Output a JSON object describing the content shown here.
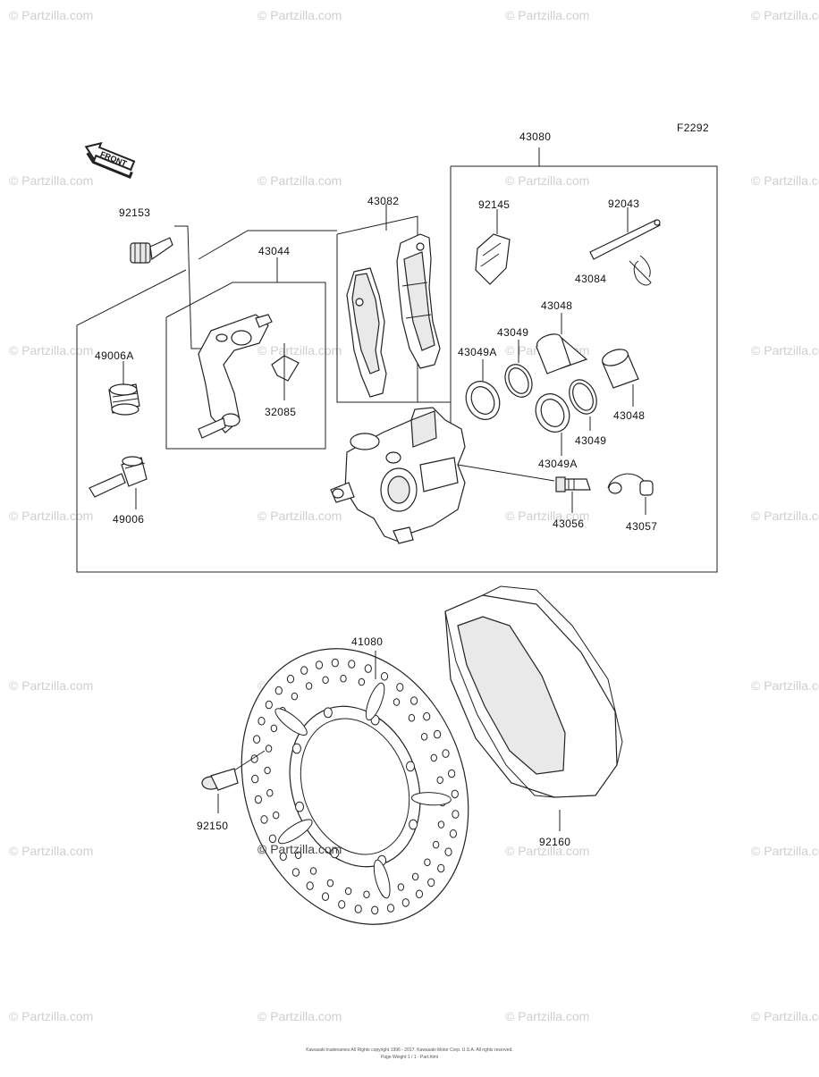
{
  "figure_code": "F2292",
  "front_label": "FRONT",
  "watermark": "© Partzilla.com",
  "footer": {
    "line1": "Kawasaki tradenames All Rights copyright 1996 - 2017. Kawasaki Motor Corp. U.S.A. All rights reserved.",
    "line2": "Page Weight 1 / 1 · Part.html"
  },
  "callouts": {
    "c43080": "43080",
    "c92153": "92153",
    "c43082": "43082",
    "c43044": "43044",
    "c92145": "92145",
    "c92043": "92043",
    "c43084": "43084",
    "c43048a": "43048",
    "c43049a": "43049",
    "c43049A_a": "43049A",
    "c49006A": "49006A",
    "c32085": "32085",
    "c43048b": "43048",
    "c43049b": "43049",
    "c43049A_b": "43049A",
    "c49006": "49006",
    "c43056": "43056",
    "c43057": "43057",
    "c41080": "41080",
    "c92150": "92150",
    "c92160": "92160"
  }
}
